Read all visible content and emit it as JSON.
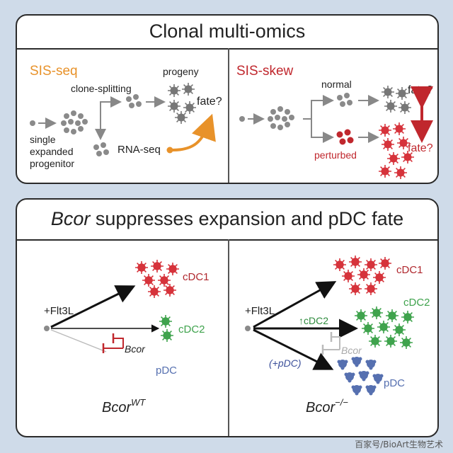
{
  "top_panel": {
    "title": "Clonal multi-omics",
    "left": {
      "heading": "SIS-seq",
      "labels": {
        "single": "single",
        "expanded": "expanded",
        "progenitor": "progenitor",
        "clone_splitting": "clone-splitting",
        "progeny": "progeny",
        "fate": "fate?",
        "rna_seq": "RNA-seq"
      }
    },
    "right": {
      "heading": "SIS-skew",
      "labels": {
        "normal": "normal",
        "perturbed": "perturbed",
        "fate_top": "fate?",
        "fate_bottom": "fate?"
      }
    }
  },
  "bottom_panel": {
    "title_italic": "Bcor",
    "title_rest": " suppresses expansion and pDC fate",
    "wt": {
      "stimulus": "+Flt3L",
      "cdc1": "cDC1",
      "cdc2": "cDC2",
      "bcor": "Bcor",
      "pdc": "pDC",
      "genotype": "Bcor",
      "genotype_sup": "WT"
    },
    "ko": {
      "stimulus": "+Flt3L",
      "cdc1": "cDC1",
      "cdc2_up": "↑cDC2",
      "cdc2": "cDC2",
      "bcor": "Bcor",
      "pdc_paren": "(+pDC)",
      "pdc": "pDC",
      "genotype": "Bcor",
      "genotype_sup": "−/−"
    }
  },
  "watermark": "百家号/BioArt生物艺术",
  "colors": {
    "background": "#cfdbe9",
    "orange": "#e8922a",
    "red": "#c0272d",
    "cdc1_red": "#d6333b",
    "cdc2_green": "#3fa34d",
    "pdc_blue": "#5670b0",
    "grey_cell": "#8a8a8a"
  }
}
